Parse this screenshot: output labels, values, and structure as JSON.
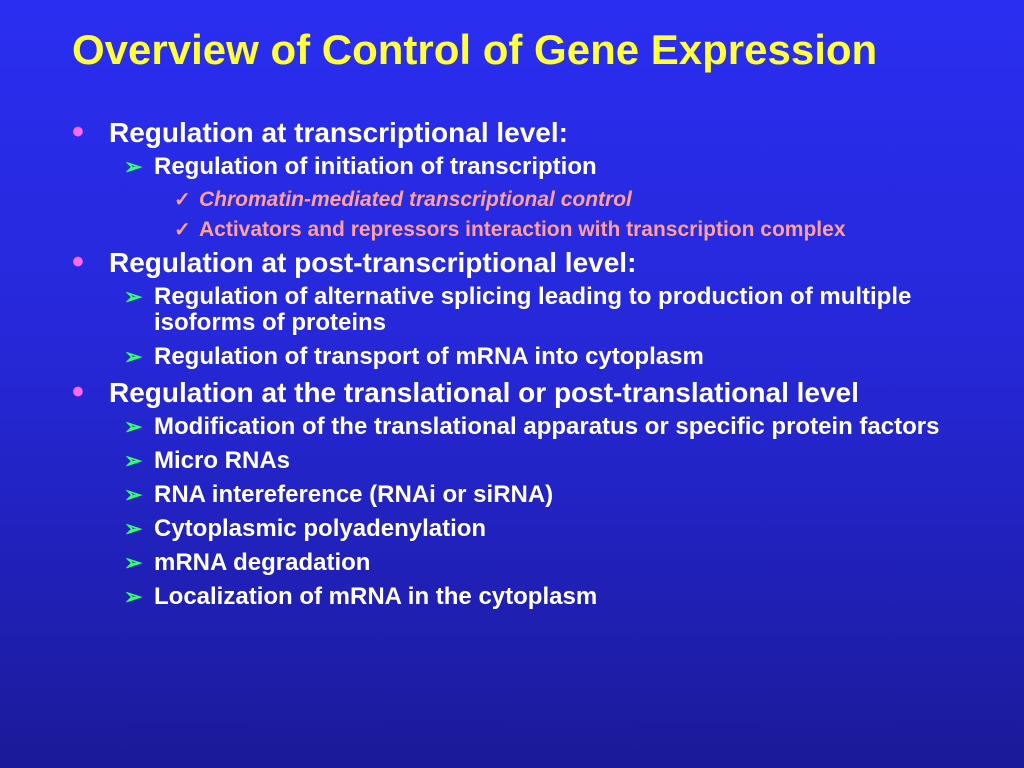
{
  "slide": {
    "title": "Overview of Control of Gene Expression",
    "sections": [
      {
        "text": "Regulation at transcriptional level:",
        "items": [
          {
            "text": "Regulation of initiation of transcription",
            "items": [
              "Chromatin-mediated transcriptional control",
              "Activators and repressors interaction with transcription complex"
            ]
          }
        ]
      },
      {
        "text": "Regulation at post-transcriptional level:",
        "items": [
          {
            "text": "Regulation of alternative splicing leading to production of multiple isoforms of proteins"
          },
          {
            "text": "Regulation of transport of mRNA into cytoplasm"
          }
        ]
      },
      {
        "text": "Regulation at the translational or post-translational level",
        "items": [
          {
            "text": "Modification of the translational apparatus or specific protein factors"
          },
          {
            "text": "Micro RNAs"
          },
          {
            "text": "RNA intereference (RNAi or siRNA)"
          },
          {
            "text": "Cytoplasmic polyadenylation"
          },
          {
            "text": "mRNA degradation"
          },
          {
            "text": "Localization of mRNA in the cytoplasm"
          }
        ]
      }
    ],
    "colors": {
      "title": "#ffff3c",
      "level1_bullet": "#ff66ff",
      "level2_bullet": "#33ff66",
      "level3_text": "#ff9f9f",
      "body_text": "#ffffff"
    },
    "bullet_icons": {
      "level1": "dot-bullet-icon",
      "level2": "arrowhead-bullet-icon",
      "level3": "checkmark-bullet-icon"
    }
  }
}
